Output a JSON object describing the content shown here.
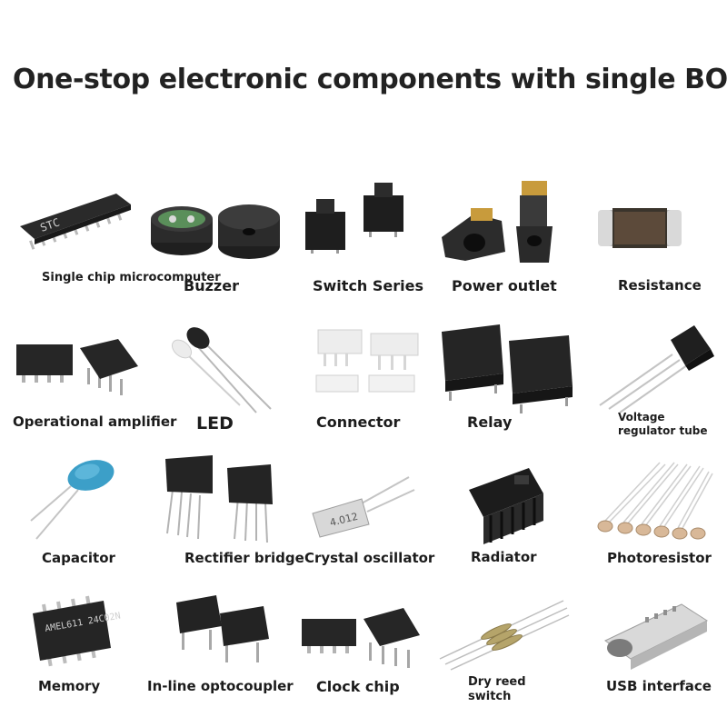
{
  "page": {
    "title": "One-stop electronic components with single BOM"
  },
  "components": [
    {
      "name": "Single chip microcomputer",
      "icon": "microcontroller-chip-icon",
      "chip_marking": "STC"
    },
    {
      "name": "Buzzer",
      "icon": "buzzer-icon"
    },
    {
      "name": "Switch Series",
      "icon": "tactile-switch-icon"
    },
    {
      "name": "Power outlet",
      "icon": "dc-power-jack-icon"
    },
    {
      "name": "Resistance",
      "icon": "smd-resistor-icon"
    },
    {
      "name": "Operational amplifier",
      "icon": "op-amp-chip-icon"
    },
    {
      "name": "LED",
      "icon": "led-icon"
    },
    {
      "name": "Connector",
      "icon": "connector-icon"
    },
    {
      "name": "Relay",
      "icon": "relay-icon"
    },
    {
      "name": "Voltage regulator tube",
      "icon": "voltage-regulator-icon"
    },
    {
      "name": "Capacitor",
      "icon": "ceramic-capacitor-icon"
    },
    {
      "name": "Rectifier bridge",
      "icon": "rectifier-bridge-icon"
    },
    {
      "name": "Crystal oscillator",
      "icon": "crystal-oscillator-icon",
      "chip_marking": "4.012"
    },
    {
      "name": "Radiator",
      "icon": "heatsink-icon"
    },
    {
      "name": "Photoresistor",
      "icon": "photoresistor-icon"
    },
    {
      "name": "Memory",
      "icon": "memory-chip-icon",
      "chip_marking": "AMEL611 24C02N"
    },
    {
      "name": "In-line optocoupler",
      "icon": "optocoupler-icon"
    },
    {
      "name": "Clock chip",
      "icon": "clock-chip-icon"
    },
    {
      "name": "Dry reed switch",
      "icon": "reed-switch-icon"
    },
    {
      "name": "USB interface",
      "icon": "usb-type-c-icon"
    }
  ],
  "colors": {
    "title_text": "#222222",
    "label_text": "#1c1c1c",
    "chip_body": "#2a2a2a",
    "capacitor_blue": "#3c9fc8",
    "resistor_tan": "#c9b79a",
    "pin_silver": "#b9b9b9"
  }
}
